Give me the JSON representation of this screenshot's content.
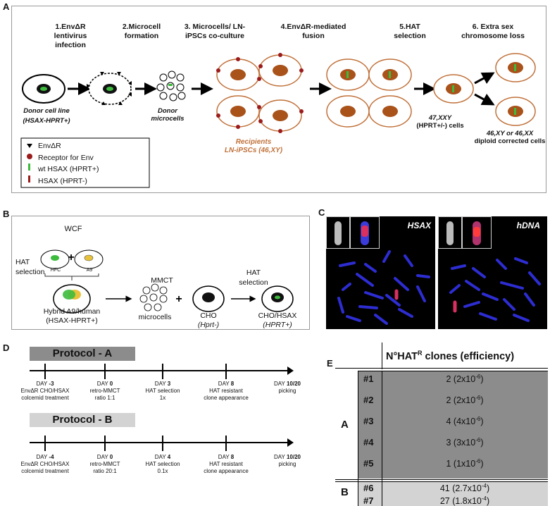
{
  "panel_a": {
    "label": "A",
    "steps": [
      "1.EnvΔR lentivirus infection",
      "2.Microcell formation",
      "3. Microcells/ LN-iPSCs co-culture",
      "4.EnvΔR-mediated fusion",
      "5.HAT selection",
      "6. Extra sex chromosome loss"
    ],
    "donor_cell_line": "Donor cell line",
    "donor_genotype": "(HSAX-HPRT+)",
    "donor_microcells": "Donor microcells",
    "recipients": "Recipients",
    "recipients_sub": "LN-iPSCs (46,XY)",
    "karyotype_1": "47,XXY",
    "karyotype_1_sub": "(HPRT+/-) cells",
    "karyotype_2": "46,XY or 46,XX",
    "karyotype_2_sub": "diploid corrected cells",
    "legend": [
      "EnvΔR",
      "Receptor for Env",
      "wt HSAX (HPRT+)",
      "HSAX (HPRT-)"
    ]
  },
  "panel_b": {
    "label": "B",
    "wcf": "WCF",
    "hat_selection": "HAT selection",
    "hfc": "HFC",
    "a9": "A9",
    "hybrid": "Hybrid A9/human",
    "hybrid_sub": "(HSAX-HPRT+)",
    "mmct": "MMCT",
    "microcells": "microcells",
    "cho": "CHO",
    "cho_sub": "(Hprt-)",
    "cho_hsax": "CHO/HSAX",
    "cho_hsax_sub": "(HPRT+)"
  },
  "panel_c": {
    "label": "C",
    "left_title": "HSAX",
    "right_title": "hDNA"
  },
  "panel_d": {
    "label": "D",
    "protocol_a": {
      "title": "Protocol - A",
      "ticks": [
        {
          "day": "DAY -3",
          "line1": "EnvΔR CHO/HSAX",
          "line2": "colcemid treatment"
        },
        {
          "day": "DAY 0",
          "line1": "retro-MMCT",
          "line2": "ratio 1:1"
        },
        {
          "day": "DAY 3",
          "line1": "HAT selection",
          "line2": "1x"
        },
        {
          "day": "DAY 8",
          "line1": "HAT resistant",
          "line2": "clone appearance"
        },
        {
          "day": "DAY 10/20",
          "line1": "picking",
          "line2": ""
        }
      ]
    },
    "protocol_b": {
      "title": "Protocol - B",
      "ticks": [
        {
          "day": "DAY -4",
          "line1": "EnvΔR CHO/HSAX",
          "line2": "colcemid treatment"
        },
        {
          "day": "DAY 0",
          "line1": "retro-MMCT",
          "line2": "ratio 20:1"
        },
        {
          "day": "DAY 4",
          "line1": "HAT selection",
          "line2": "0.1x"
        },
        {
          "day": "DAY 8",
          "line1": "HAT resistant",
          "line2": "clone appearance"
        },
        {
          "day": "DAY 10/20",
          "line1": "picking",
          "line2": ""
        }
      ]
    }
  },
  "panel_e": {
    "label": "E",
    "header": "N°HAT",
    "header_sup": "R",
    "header_rest": " clones (efficiency)",
    "group_a": "A",
    "group_b": "B",
    "rows_a": [
      {
        "id": "#1",
        "n": "2",
        "base": "(2x10",
        "exp": "-6",
        "close": ")"
      },
      {
        "id": "#2",
        "n": "2",
        "base": "(2x10",
        "exp": "-6",
        "close": ")"
      },
      {
        "id": "#3",
        "n": "4",
        "base": "(4x10",
        "exp": "-6",
        "close": ")"
      },
      {
        "id": "#4",
        "n": "3",
        "base": "(3x10",
        "exp": "-6",
        "close": ")"
      },
      {
        "id": "#5",
        "n": "1",
        "base": "(1x10",
        "exp": "-6",
        "close": ")"
      }
    ],
    "rows_b": [
      {
        "id": "#6",
        "n": "41",
        "base": "(2.7x10",
        "exp": "-4",
        "close": ")"
      },
      {
        "id": "#7",
        "n": "27",
        "base": "(1.8x10",
        "exp": "-4",
        "close": ")"
      }
    ],
    "colors": {
      "group_a": "#8c8c8c",
      "group_b": "#d3d3d3"
    }
  }
}
